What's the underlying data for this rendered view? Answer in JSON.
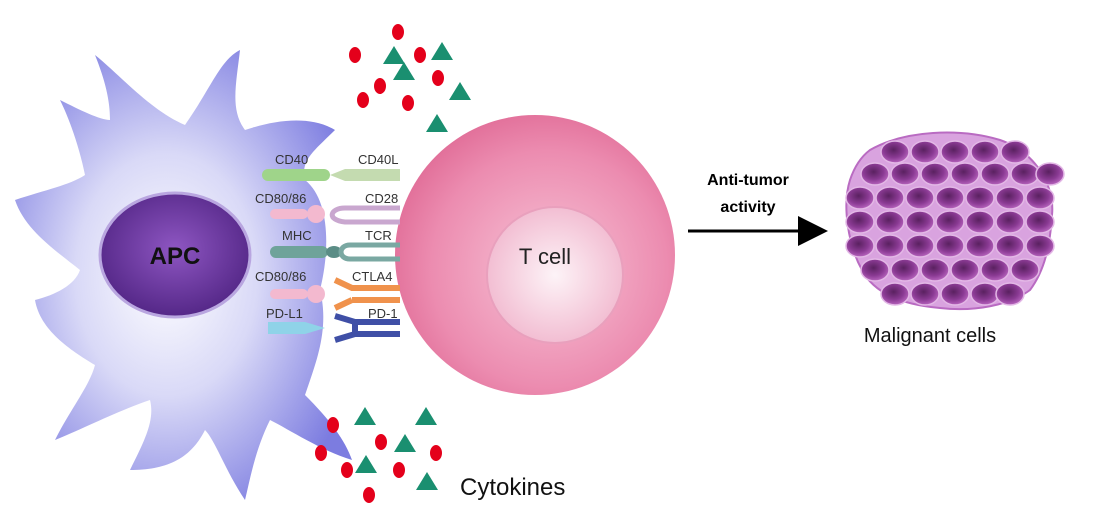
{
  "apc": {
    "label": "APC"
  },
  "tcell": {
    "label": "T cell"
  },
  "pairs": [
    {
      "left": "CD40",
      "right": "CD40L"
    },
    {
      "left": "CD80/86",
      "right": "CD28"
    },
    {
      "left": "MHC",
      "right": "TCR"
    },
    {
      "left": "CD80/86",
      "right": "CTLA4"
    },
    {
      "left": "PD-L1",
      "right": "PD-1"
    }
  ],
  "arrow": {
    "line1": "Anti-tumor",
    "line2": "activity"
  },
  "tumor": {
    "label": "Malignant cells"
  },
  "cytokines": {
    "label": "Cytokines"
  },
  "colors": {
    "apc_body": "#8f8fe6",
    "apc_nucleus": "#5b2f8f",
    "tcell": "#e77aa0",
    "cytokine_red": "#e4001b",
    "cytokine_green": "#1a8f70",
    "tumor": "#9c3a9c"
  }
}
